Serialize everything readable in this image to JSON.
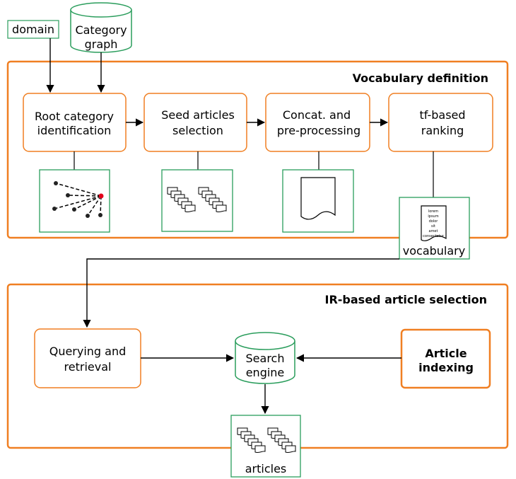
{
  "inputs": {
    "domain": "domain",
    "category_graph": [
      "Category",
      "graph"
    ]
  },
  "vocabulary_definition": {
    "title": "Vocabulary definition",
    "steps": [
      {
        "label": [
          "Root category",
          "identification"
        ]
      },
      {
        "label": [
          "Seed articles",
          "selection"
        ]
      },
      {
        "label": [
          "Concat. and",
          "pre-processing"
        ]
      },
      {
        "label": [
          "tf-based",
          "ranking"
        ]
      }
    ],
    "vocabulary_label": "vocabulary",
    "lorem_words": [
      "lorem",
      "ipsum",
      "dolor",
      "sit",
      "amet",
      "consectetur"
    ]
  },
  "ir_selection": {
    "title": "IR-based article selection",
    "querying": [
      "Querying and",
      "retrieval"
    ],
    "search_engine": [
      "Search",
      "engine"
    ],
    "article_indexing": [
      "Article",
      "indexing"
    ],
    "articles_label": "articles"
  },
  "colors": {
    "orange": "#f07f22",
    "green": "#2a9d5c",
    "black": "#000000",
    "red": "#e3001b"
  }
}
